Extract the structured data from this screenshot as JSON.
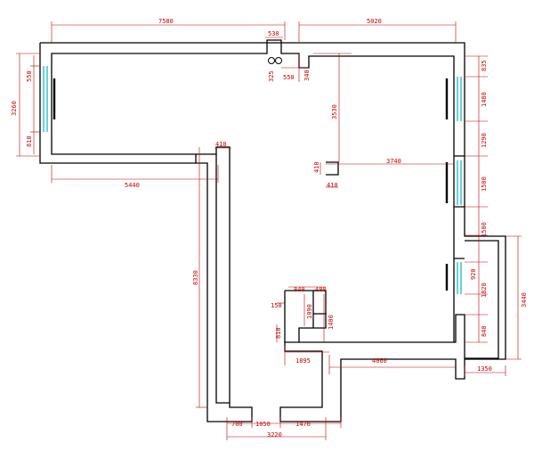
{
  "colors": {
    "wall": "#000000",
    "dimension": "#c00000",
    "window": "#00b8c8"
  },
  "dimensions": {
    "top_left_width": "7580",
    "top_small": "530",
    "top_right_width": "5020",
    "left_top": "550",
    "left_overall": "3260",
    "left_bottom": "810",
    "left_room_bottom": "5440",
    "corridor_top": "410",
    "corridor_height": "8330",
    "notch_a": "325",
    "notch_b": "550",
    "notch_c": "340",
    "column_height": "3530",
    "right_top": "835",
    "right_1480": "1480",
    "right_1290": "1290",
    "right_1500a": "1500",
    "right_1500b": "1500",
    "right_920": "920",
    "right_1820": "1820",
    "right_840": "840",
    "balcony_height": "3440",
    "balcony_width": "1350",
    "small_410a": "410",
    "small_410b": "410",
    "room_width_3740": "3740",
    "stair_840": "840",
    "stair_480": "480",
    "stair_150": "150",
    "stair_1090": "1090",
    "stair_1400": "1400",
    "stair_810": "810",
    "stair_1895": "1895",
    "bottom_4060": "4060",
    "bottom_700": "700",
    "bottom_1050": "1050",
    "bottom_1470": "1470",
    "bottom_3220": "3220"
  }
}
